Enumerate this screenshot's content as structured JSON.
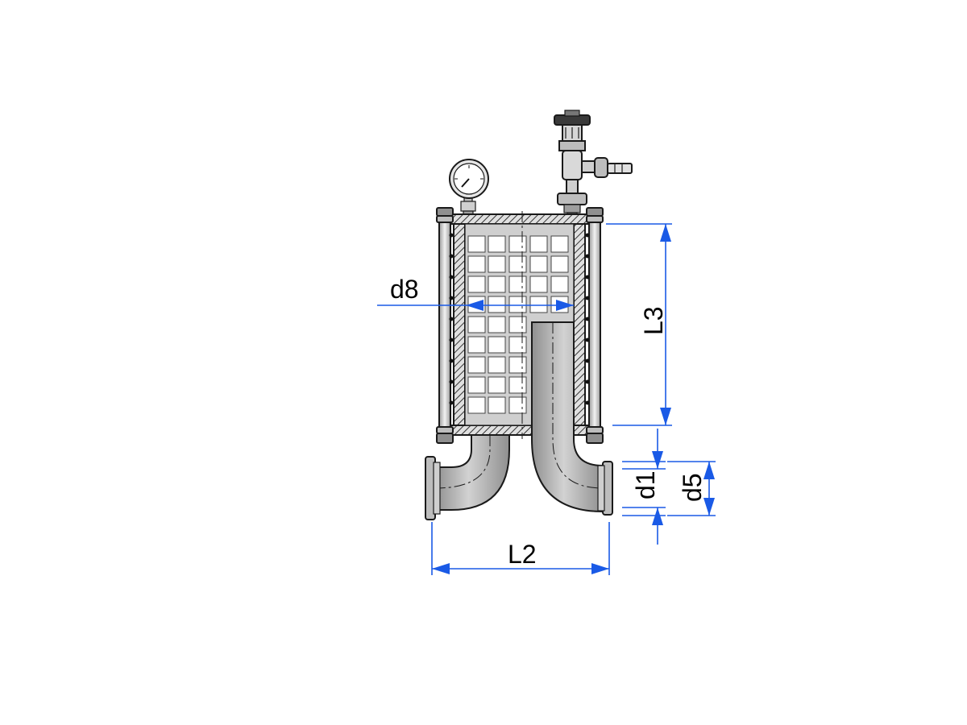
{
  "diagram": {
    "dimensions": {
      "d8": "d8",
      "L3": "L3",
      "d1": "d1",
      "d5": "d5",
      "L2": "L2"
    },
    "colors": {
      "dimension": "#1a5ae6",
      "body_fill": "#d9d9d9",
      "pipe_fill": "#bdbdbd",
      "outline": "#1a1a1a",
      "hatch": "#555555"
    },
    "components": [
      "pressure-gauge-icon",
      "vent-valve-icon",
      "filter-housing",
      "inlet-elbow",
      "outlet-elbow"
    ]
  }
}
